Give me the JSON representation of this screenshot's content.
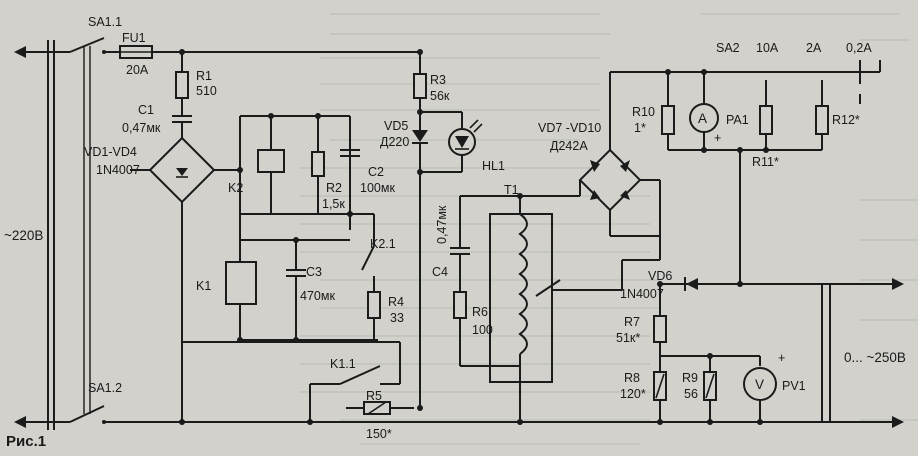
{
  "figure": {
    "caption": "Рис.1"
  },
  "labels": {
    "sa1_1": "SA1.1",
    "sa1_2": "SA1.2",
    "fu1": "FU1",
    "fu1_value": "20A",
    "r1": "R1",
    "r1_value": "510",
    "c1": "C1",
    "c1_value": "0,47мк",
    "vd1_vd4": "VD1-VD4",
    "vd1_vd4_type": "1N4007",
    "input_voltage": "~220В",
    "k2": "K2",
    "r2": "R2",
    "r2_value": "1,5к",
    "c2": "C2",
    "c2_value": "100мк",
    "k2_1": "K2.1",
    "k1": "K1",
    "c3": "C3",
    "c3_value": "470мк",
    "r4": "R4",
    "r4_value": "33",
    "k1_1": "K1.1",
    "r5": "R5",
    "r5_value": "150*",
    "r3": "R3",
    "r3_value": "56к",
    "vd5": "VD5",
    "vd5_type": "Д220",
    "hl1": "HL1",
    "c4_value": "0,47мк",
    "c4": "C4",
    "r6": "R6",
    "r6_value": "100",
    "t1": "T1",
    "vd7_vd10": "VD7 -VD10",
    "vd7_vd10_type": "Д242А",
    "sa2": "SA2",
    "range_10a": "10A",
    "range_2a": "2A",
    "range_02a": "0,2A",
    "r10": "R10",
    "r10_value": "1*",
    "pa1": "PA1",
    "pa1_symbol": "A",
    "r11": "R11*",
    "r12": "R12*",
    "plus_a": "+",
    "vd6": "VD6",
    "vd6_type": "1N4007",
    "r7": "R7",
    "r7_value": "51к*",
    "r8": "R8",
    "r8_value": "120*",
    "r9": "R9",
    "r9_value": "56",
    "pv1": "PV1",
    "pv1_symbol": "V",
    "plus_v": "+",
    "output_voltage": "0... ~250В"
  },
  "colors": {
    "paper": "#d2d1cc",
    "ink": "#1b1b1b",
    "bleed_text": "#9a9994"
  }
}
